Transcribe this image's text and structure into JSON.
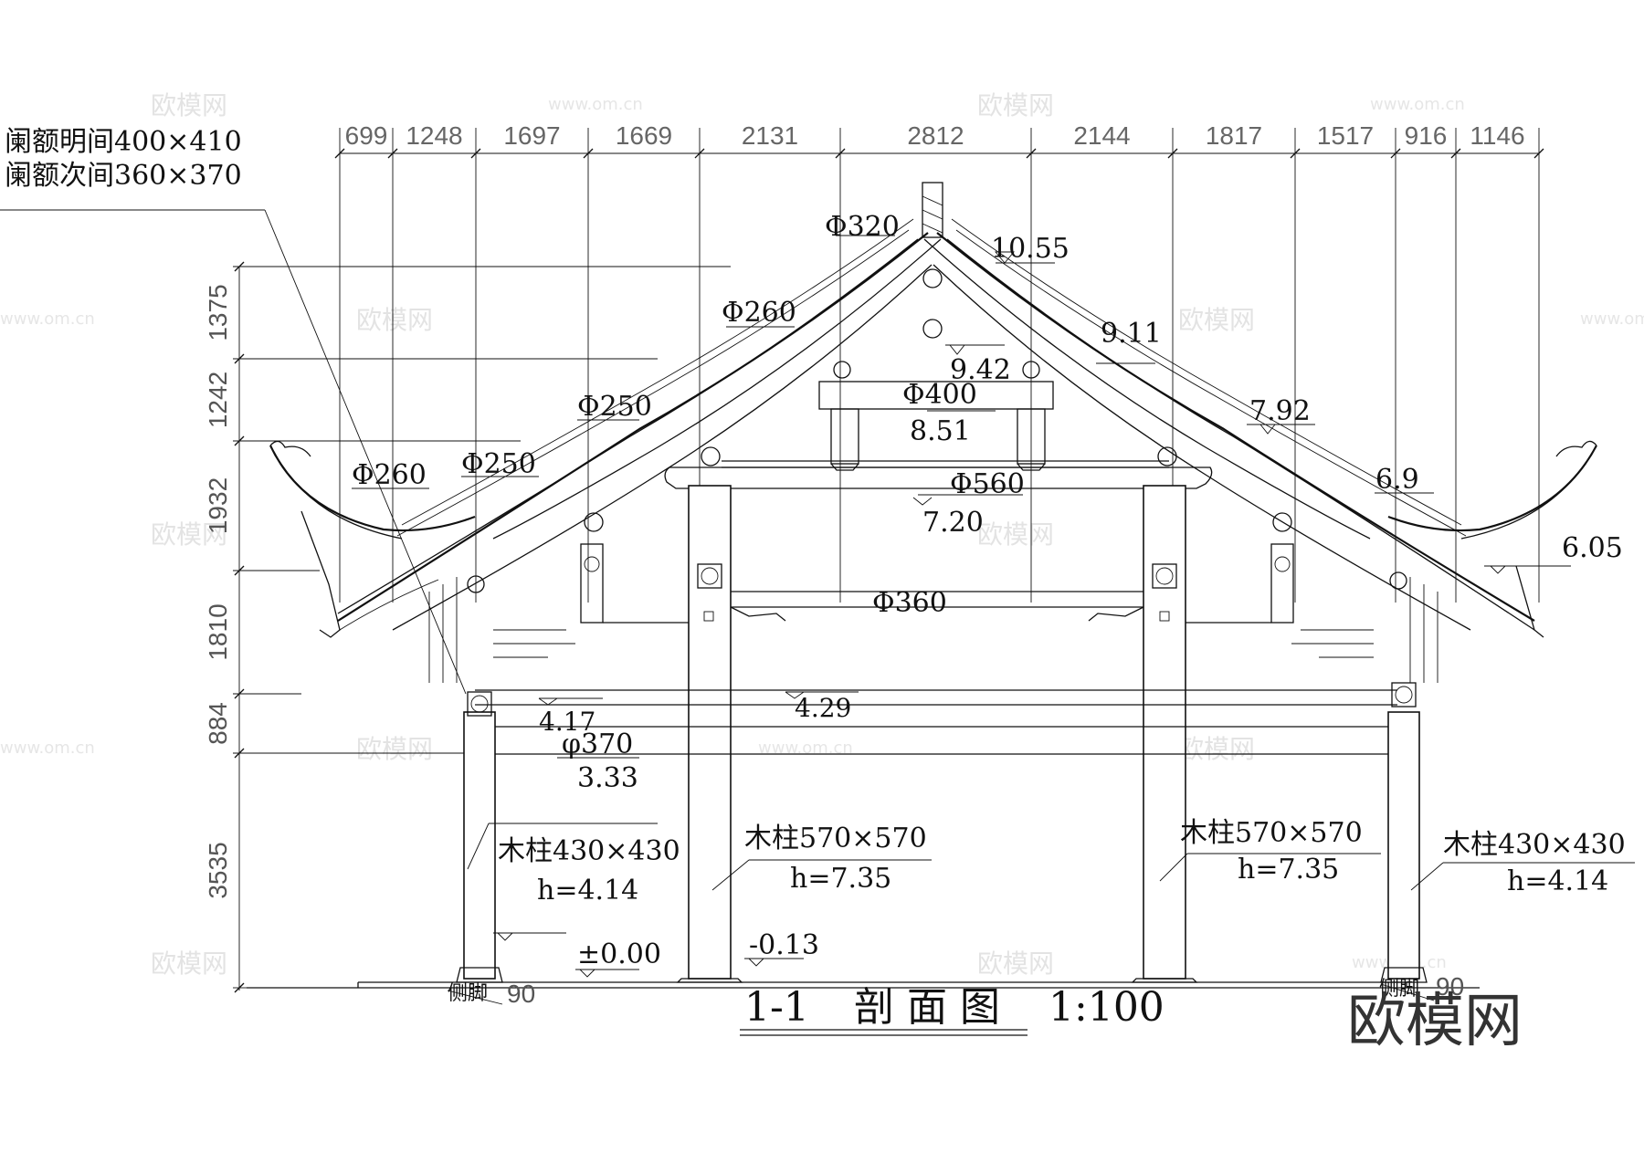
{
  "title": {
    "section": "1-1",
    "name": "剖 面 图",
    "scale": "1:100"
  },
  "top_dimensions": [
    "699",
    "1248",
    "1697",
    "1669",
    "2131",
    "2812",
    "2144",
    "1817",
    "1517",
    "916",
    "1146"
  ],
  "left_dimensions": [
    "1375",
    "1242",
    "1932",
    "1810",
    "884",
    "3535"
  ],
  "lintel_notes": [
    "阑额明间400×410",
    "阑额次间360×370"
  ],
  "diameters": {
    "d320": "Φ320",
    "d260_upper": "Φ260",
    "d250_upper": "Φ250",
    "d250_lower": "Φ250",
    "d260_lower": "Φ260",
    "d400": "Φ400",
    "d560": "Φ560",
    "d360": "Φ360",
    "d370": "φ370"
  },
  "elevations": {
    "e1055": "10.55",
    "e911": "9.11",
    "e942": "9.42",
    "e851": "8.51",
    "e792": "7.92",
    "e720": "7.20",
    "e69": "6.9",
    "e605": "6.05",
    "e417": "4.17",
    "e429": "4.29",
    "e333": "3.33",
    "e000": "±0.00",
    "e013": "-0.13"
  },
  "columns": {
    "outer_left": {
      "label": "木柱430×430",
      "height": "h=4.14"
    },
    "inner_left": {
      "label": "木柱570×570",
      "height": "h=7.35"
    },
    "inner_right": {
      "label": "木柱570×570",
      "height": "h=7.35"
    },
    "outer_right": {
      "label": "木柱430×430",
      "height": "h=4.14"
    }
  },
  "base_notes": {
    "left": "侧脚",
    "left_value": "90",
    "right": "侧脚",
    "right_value": "90"
  },
  "watermark": {
    "brand": "欧模网",
    "url": "www.om.cn",
    "corner_brand": "欧模网"
  }
}
